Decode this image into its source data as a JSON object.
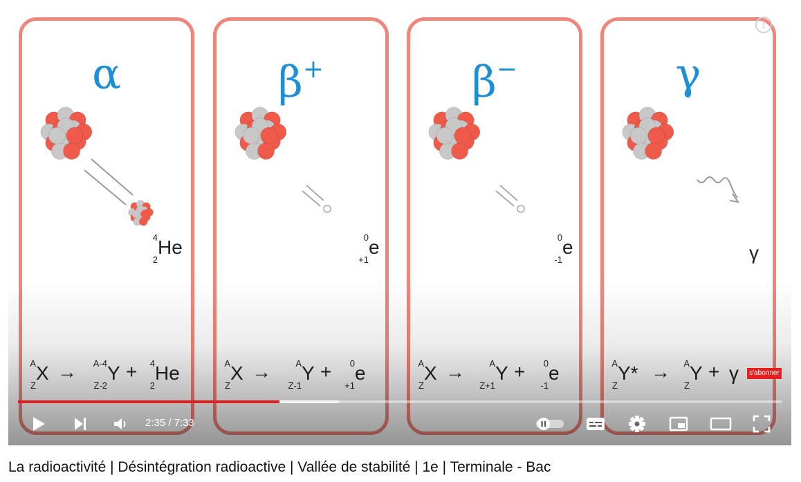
{
  "video": {
    "title": "La radioactivité | Désintégration radioactive | Vallée de stabilité | 1e | Terminale - Bac",
    "panels": [
      {
        "symbol": "α",
        "symbol_sup": "",
        "emitted": {
          "mass": "4",
          "charge": "2",
          "sym": "He"
        },
        "eq": {
          "x_mass": "A",
          "x_charge": "Z",
          "x": "X",
          "arrow": "→",
          "y_mass": "A-4",
          "y_charge": "Z-2",
          "y": "Y",
          "plus": "+",
          "p_mass": "4",
          "p_charge": "2",
          "p": "He"
        }
      },
      {
        "symbol": "β",
        "symbol_sup": "+",
        "emitted": {
          "mass": "0",
          "charge": "+1",
          "sym": "e"
        },
        "eq": {
          "x_mass": "A",
          "x_charge": "Z",
          "x": "X",
          "arrow": "→",
          "y_mass": "A",
          "y_charge": "Z-1",
          "y": "Y",
          "plus": "+",
          "p_mass": "0",
          "p_charge": "+1",
          "p": "e"
        }
      },
      {
        "symbol": "β",
        "symbol_sup": "−",
        "emitted": {
          "mass": "0",
          "charge": "-1",
          "sym": "e"
        },
        "eq": {
          "x_mass": "A",
          "x_charge": "Z",
          "x": "X",
          "arrow": "→",
          "y_mass": "A",
          "y_charge": "Z+1",
          "y": "Y",
          "plus": "+",
          "p_mass": "0",
          "p_charge": "-1",
          "p": "e"
        }
      },
      {
        "symbol": "γ",
        "symbol_sup": "",
        "emitted": {
          "mass": "",
          "charge": "",
          "sym": "γ"
        },
        "eq": {
          "x_mass": "A",
          "x_charge": "Z",
          "x": "Y*",
          "arrow": "→",
          "y_mass": "A",
          "y_charge": "Z",
          "y": "Y",
          "plus": "+",
          "p_mass": "",
          "p_charge": "",
          "p": "γ"
        }
      }
    ],
    "subscribe_label": "s'abonner",
    "info_label": "i"
  },
  "player": {
    "time_display": "2:35 / 7:33",
    "progress": 0.342,
    "buffered": 0.42,
    "colors": {
      "accent": "#e02020",
      "panel_border": "#f0857c",
      "symbol": "#1e8ed6",
      "proton": "#f05a4a",
      "neutron": "#c8c8c8"
    },
    "icons": [
      "play-icon",
      "next-icon",
      "volume-icon",
      "autoplay-toggle-icon",
      "subtitles-icon",
      "settings-icon",
      "miniplayer-icon",
      "theater-icon",
      "fullscreen-icon"
    ]
  }
}
